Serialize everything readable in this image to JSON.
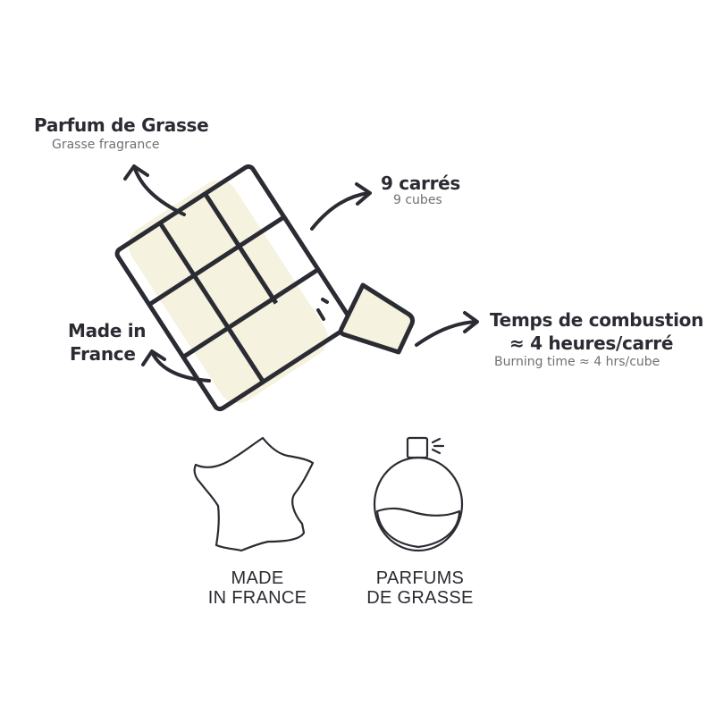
{
  "annotations": {
    "grasse": {
      "title": "Parfum de Grasse",
      "subtitle": "Grasse fragrance"
    },
    "cubes": {
      "title": "9 carrés",
      "subtitle": "9 cubes"
    },
    "burn": {
      "title_line1": "Temps de combustion",
      "title_line2": "≈ 4 heures/carré",
      "subtitle": "Burning time ≈ 4 hrs/cube"
    },
    "france": {
      "line1": "Made in",
      "line2": "France"
    }
  },
  "badges": {
    "made_in_france": {
      "line1": "MADE",
      "line2": "IN FRANCE",
      "icon": "france-map-icon"
    },
    "parfums_de_grasse": {
      "line1": "PARFUMS",
      "line2": "DE GRASSE",
      "icon": "perfume-bottle-icon"
    }
  },
  "colors": {
    "ink": "#2b2b33",
    "wax": "#f5f2df",
    "subtext": "#707075"
  }
}
